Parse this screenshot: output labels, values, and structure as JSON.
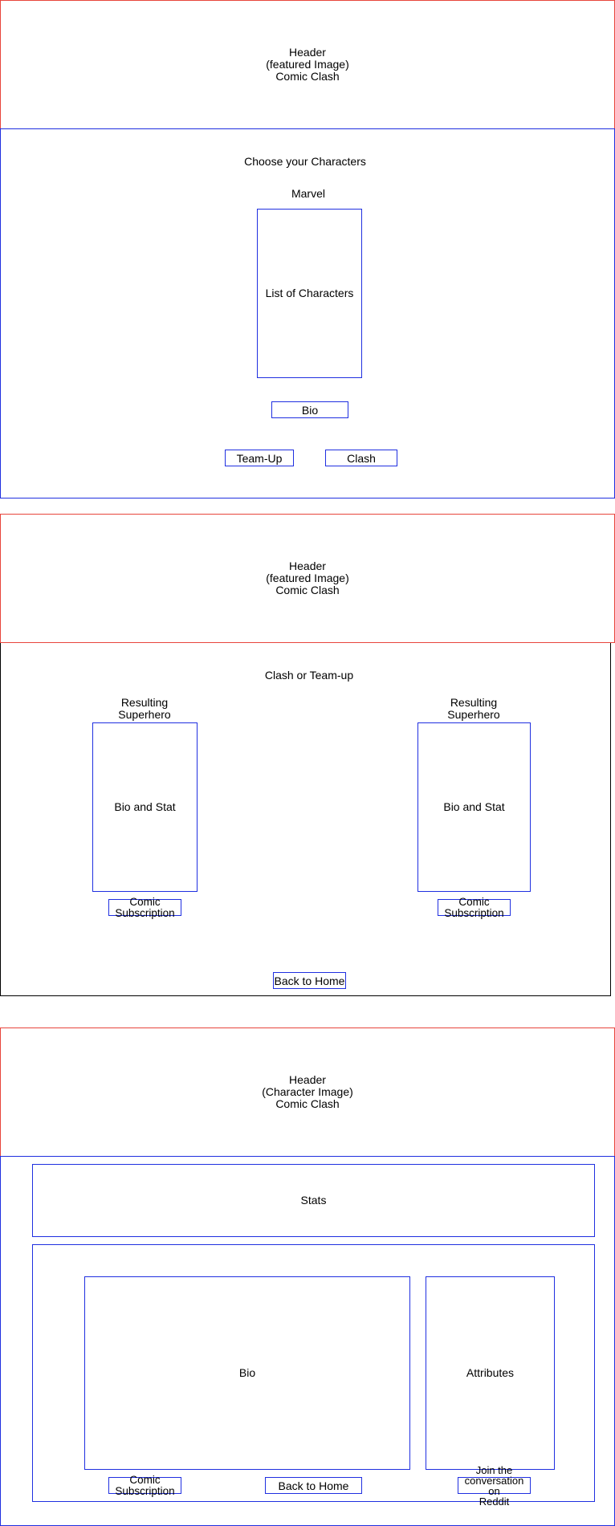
{
  "screen1": {
    "header": "Header\n(featured Image)\nComic Clash",
    "title": "Choose your Characters",
    "publisher": "Marvel",
    "list_label": "List of Characters",
    "bio_button": "Bio",
    "team_up_button": "Team-Up",
    "clash_button": "Clash"
  },
  "screen2": {
    "header": "Header\n(featured Image)\nComic Clash",
    "title": "Clash or Team-up",
    "left": {
      "caption": "Resulting\nSuperhero",
      "card_label": "Bio and Stat",
      "subscription_button": "Comic\nSubscription"
    },
    "right": {
      "caption": "Resulting\nSuperhero",
      "card_label": "Bio and Stat",
      "subscription_button": "Comic\nSubscription"
    },
    "back_button": "Back to Home"
  },
  "screen3": {
    "header": "Header\n(Character Image)\nComic Clash",
    "stats_label": "Stats",
    "bio_label": "Bio",
    "attributes_label": "Attributes",
    "subscription_button": "Comic\nSubscription",
    "back_button": "Back to Home",
    "reddit_button": "Join the\nconversation on\nReddit"
  },
  "colors": {
    "header_border": "#e8453c",
    "content_border": "#1f2fe0",
    "results_border": "#000000"
  }
}
